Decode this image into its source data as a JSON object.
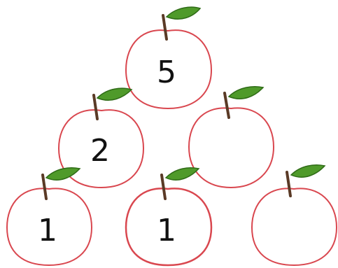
{
  "colors": {
    "apple_outline": "#d9474f",
    "leaf_fill": "#4f9a2a",
    "leaf_outline": "#2f6b17",
    "stem": "#5a3a26",
    "number_text": "#111111",
    "background": "#ffffff"
  },
  "apples": [
    {
      "id": "top",
      "label": "5"
    },
    {
      "id": "middle-left",
      "label": "2"
    },
    {
      "id": "middle-right",
      "label": ""
    },
    {
      "id": "bottom-left",
      "label": "1"
    },
    {
      "id": "bottom-middle",
      "label": "1"
    },
    {
      "id": "bottom-right",
      "label": ""
    }
  ]
}
